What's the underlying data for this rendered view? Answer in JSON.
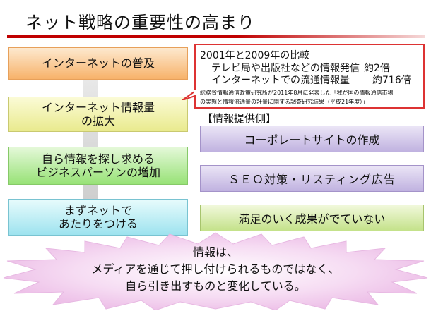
{
  "slide": {
    "title": "ネット戦略の重要性の高まり"
  },
  "flow": {
    "steps": [
      {
        "lines": [
          "インターネットの普及"
        ]
      },
      {
        "lines": [
          "インターネット情報量",
          "の拡大"
        ]
      },
      {
        "lines": [
          "自ら情報を探し求める",
          "ビジネスパーソンの増加"
        ]
      },
      {
        "lines": [
          "まずネットで",
          "あたりをつける"
        ]
      }
    ]
  },
  "callout": {
    "heading": "2001年と2009年の比較",
    "rows": [
      {
        "label": "テレビ局や出版社などの情報発信",
        "value": "約2倍"
      },
      {
        "label": "インターネットでの流通情報量",
        "value": "約716倍"
      }
    ],
    "source_line1": "総務省情報通信政策研究所が2011年8月に発表した「我が国の情報通信市場",
    "source_line2": "の実態と情報流通量の計量に関する調査研究結果（平成21年度）」"
  },
  "provider": {
    "label": "【情報提供側】",
    "items": [
      "コーポレートサイトの作成",
      "ＳＥＯ対策・リスティング広告",
      "満足のいく成果がでていない"
    ]
  },
  "conclusion": {
    "lines": [
      "情報は、",
      "メディアを通じて押し付けられるものではなく、",
      "自ら引き出すものと変化している。"
    ]
  },
  "colors": {
    "title_rule": "#c00000",
    "callout_border": "#dd3333",
    "flow_arrow": "#d9d9d9",
    "burst_fill": "#f2c6ec"
  }
}
